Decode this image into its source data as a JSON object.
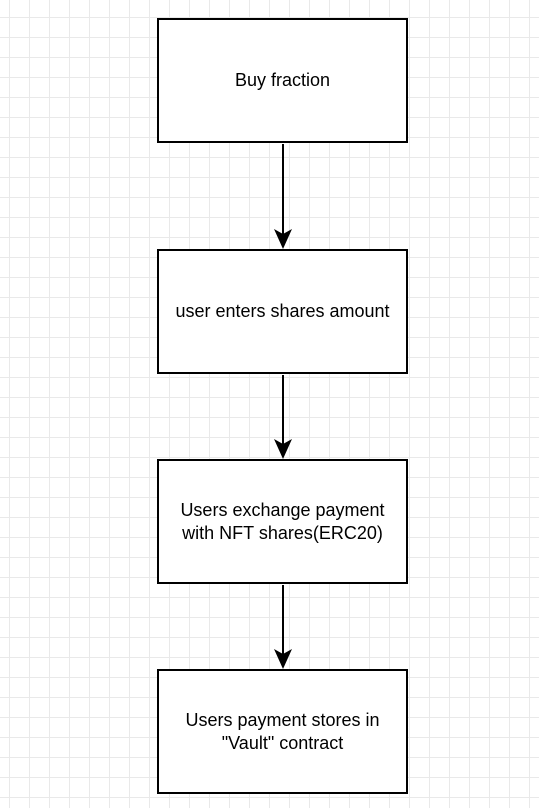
{
  "nodes": [
    {
      "id": "n1",
      "label": "Buy fraction"
    },
    {
      "id": "n2",
      "label": "user enters shares amount"
    },
    {
      "id": "n3",
      "label": "Users exchange payment with NFT shares(ERC20)"
    },
    {
      "id": "n4",
      "label": "Users payment stores in \"Vault\" contract"
    }
  ],
  "edges": [
    {
      "from": "n1",
      "to": "n2"
    },
    {
      "from": "n2",
      "to": "n3"
    },
    {
      "from": "n3",
      "to": "n4"
    }
  ],
  "colors": {
    "stroke": "#000000",
    "fill": "#ffffff",
    "grid": "#e9e9e9"
  }
}
